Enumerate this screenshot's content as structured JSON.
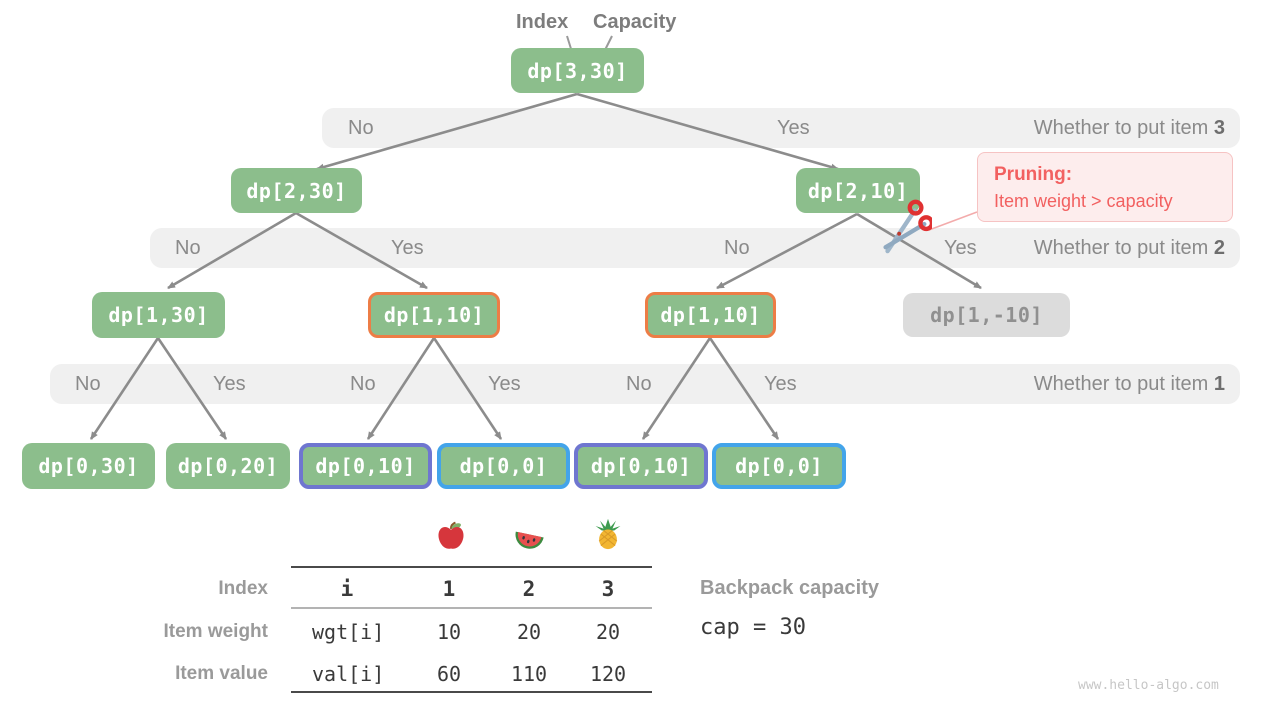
{
  "header": {
    "index_label": "Index",
    "capacity_label": "Capacity"
  },
  "tree": {
    "nodes": [
      {
        "label": "dp[3,30]",
        "style": "green"
      },
      {
        "label": "dp[2,30]",
        "style": "green"
      },
      {
        "label": "dp[2,10]",
        "style": "green"
      },
      {
        "label": "dp[1,30]",
        "style": "green"
      },
      {
        "label": "dp[1,10]",
        "style": "green-orange"
      },
      {
        "label": "dp[1,10]",
        "style": "green-orange"
      },
      {
        "label": "dp[1,-10]",
        "style": "gray"
      },
      {
        "label": "dp[0,30]",
        "style": "green"
      },
      {
        "label": "dp[0,20]",
        "style": "green"
      },
      {
        "label": "dp[0,10]",
        "style": "green-purple"
      },
      {
        "label": "dp[0,0]",
        "style": "green-blue"
      },
      {
        "label": "dp[0,10]",
        "style": "green-purple"
      },
      {
        "label": "dp[0,0]",
        "style": "green-blue"
      }
    ]
  },
  "bands": [
    {
      "decisions": [
        "No",
        "Yes"
      ],
      "question_prefix": "Whether to put item ",
      "item": "3"
    },
    {
      "decisions": [
        "No",
        "Yes",
        "No",
        "Yes"
      ],
      "question_prefix": "Whether to put item ",
      "item": "2"
    },
    {
      "decisions": [
        "No",
        "Yes",
        "No",
        "Yes",
        "No",
        "Yes"
      ],
      "question_prefix": "Whether to put item ",
      "item": "1"
    }
  ],
  "pruning": {
    "title": "Pruning",
    "colon": ":",
    "detail": "Item weight > capacity"
  },
  "icons": {
    "scissors": "scissors-icon",
    "fruits": [
      "apple-icon",
      "watermelon-icon",
      "pineapple-icon"
    ]
  },
  "table": {
    "row_headers": [
      "Index",
      "Item weight",
      "Item value"
    ],
    "header_row": [
      "i",
      "1",
      "2",
      "3"
    ],
    "weight_row": [
      "wgt[i]",
      "10",
      "20",
      "20"
    ],
    "value_row": [
      "val[i]",
      "60",
      "110",
      "120"
    ]
  },
  "capacity": {
    "label": "Backpack capacity",
    "value": "cap = 30"
  },
  "page": {
    "watermark": "www.hello-algo.com"
  },
  "colors": {
    "node_green": "#8cbe8c",
    "node_gray": "#dcdcdc",
    "band_gray": "#f0f0f0",
    "edge_gray": "#8c8c8c",
    "accent_orange": "#ed7d46",
    "accent_purple": "#6f76d0",
    "accent_blue": "#43a4ea",
    "pruning_red": "#f26060"
  }
}
